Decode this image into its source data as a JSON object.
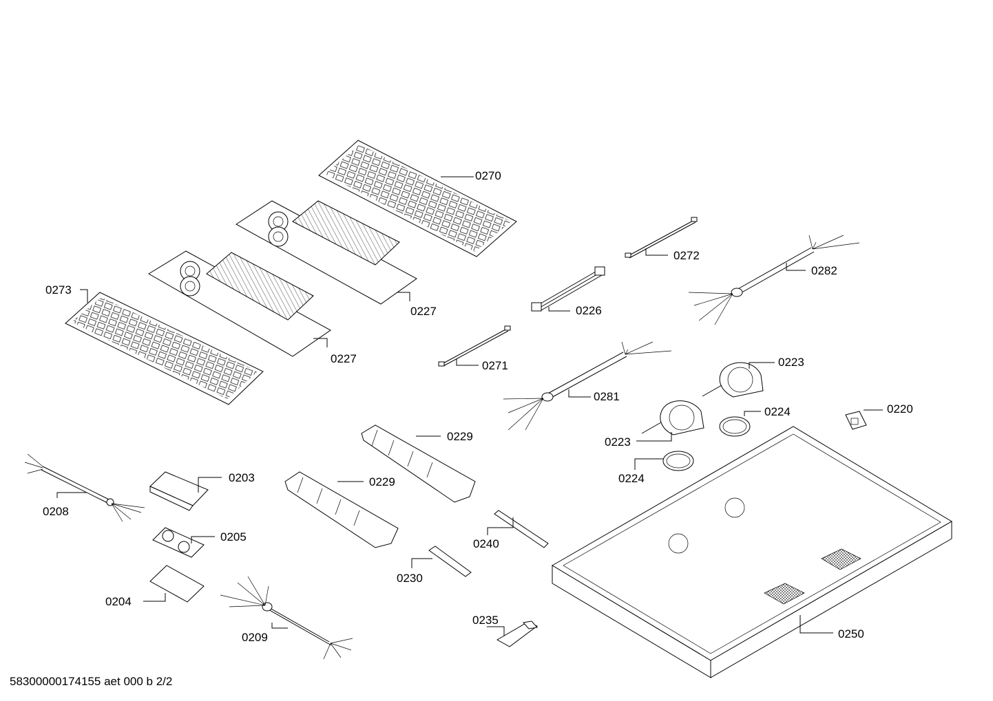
{
  "document_code": "58300000174155 aet 000 b 2/2",
  "parts": [
    {
      "id": "p0270",
      "label": "0270"
    },
    {
      "id": "p0272",
      "label": "0272"
    },
    {
      "id": "p0282",
      "label": "0282"
    },
    {
      "id": "p0273",
      "label": "0273"
    },
    {
      "id": "p0227a",
      "label": "0227"
    },
    {
      "id": "p0226",
      "label": "0226"
    },
    {
      "id": "p0227b",
      "label": "0227"
    },
    {
      "id": "p0271",
      "label": "0271"
    },
    {
      "id": "p0223a",
      "label": "0223"
    },
    {
      "id": "p0281",
      "label": "0281"
    },
    {
      "id": "p0220",
      "label": "0220"
    },
    {
      "id": "p0224a",
      "label": "0224"
    },
    {
      "id": "p0229a",
      "label": "0229"
    },
    {
      "id": "p0223b",
      "label": "0223"
    },
    {
      "id": "p0224b",
      "label": "0224"
    },
    {
      "id": "p0203",
      "label": "0203"
    },
    {
      "id": "p0229b",
      "label": "0229"
    },
    {
      "id": "p0208",
      "label": "0208"
    },
    {
      "id": "p0205",
      "label": "0205"
    },
    {
      "id": "p0240",
      "label": "0240"
    },
    {
      "id": "p0230",
      "label": "0230"
    },
    {
      "id": "p0204",
      "label": "0204"
    },
    {
      "id": "p0235",
      "label": "0235"
    },
    {
      "id": "p0250",
      "label": "0250"
    },
    {
      "id": "p0209",
      "label": "0209"
    }
  ]
}
